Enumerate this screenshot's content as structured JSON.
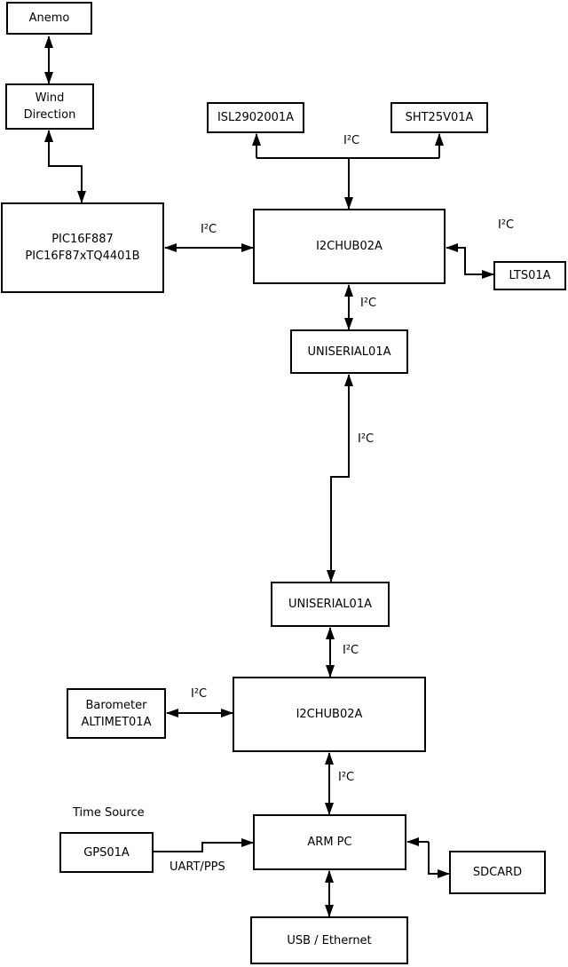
{
  "diagram": {
    "nodes": {
      "anemo": {
        "label": "Anemo"
      },
      "wind_direction": {
        "line1": "Wind",
        "line2": "Direction"
      },
      "pic": {
        "line1": "PIC16F887",
        "line2": "PIC16F87xTQ4401B"
      },
      "isl": {
        "label": "ISL2902001A"
      },
      "sht": {
        "label": "SHT25V01A"
      },
      "i2chub1": {
        "label": "I2CHUB02A"
      },
      "lts": {
        "label": "LTS01A"
      },
      "uniserial1": {
        "label": "UNISERIAL01A"
      },
      "uniserial2": {
        "label": "UNISERIAL01A"
      },
      "i2chub2": {
        "label": "I2CHUB02A"
      },
      "barometer": {
        "line1": "Barometer",
        "line2": "ALTIMET01A"
      },
      "gps": {
        "label": "GPS01A"
      },
      "armpc": {
        "label": "ARM PC"
      },
      "sdcard": {
        "label": "SDCARD"
      },
      "usb_ethernet": {
        "label": "USB / Ethernet"
      }
    },
    "edges": [
      {
        "from": "anemo",
        "to": "wind_direction",
        "bidirectional": true,
        "label": ""
      },
      {
        "from": "wind_direction",
        "to": "pic",
        "bidirectional": true,
        "label": ""
      },
      {
        "from": "pic",
        "to": "i2chub1",
        "bidirectional": true,
        "label": "I²C"
      },
      {
        "from": "i2chub1",
        "to": [
          "isl",
          "sht",
          "i2chub1"
        ],
        "bidirectional": false,
        "label": "I²C"
      },
      {
        "from": "i2chub1",
        "to": "lts",
        "bidirectional": true,
        "label": "I²C"
      },
      {
        "from": "i2chub1",
        "to": "uniserial1",
        "bidirectional": true,
        "label": "I²C"
      },
      {
        "from": "uniserial1",
        "to": "uniserial2",
        "bidirectional": true,
        "label": "I²C"
      },
      {
        "from": "uniserial2",
        "to": "i2chub2",
        "bidirectional": true,
        "label": "I²C"
      },
      {
        "from": "barometer",
        "to": "i2chub2",
        "bidirectional": true,
        "label": "I²C"
      },
      {
        "from": "i2chub2",
        "to": "armpc",
        "bidirectional": true,
        "label": "I²C"
      },
      {
        "from": "gps",
        "to": "armpc",
        "bidirectional": false,
        "label": "UART/PPS"
      },
      {
        "from": "armpc",
        "to": "sdcard",
        "bidirectional": true,
        "label": ""
      },
      {
        "from": "armpc",
        "to": "usb_ethernet",
        "bidirectional": true,
        "label": ""
      }
    ],
    "annotations": {
      "time_source": "Time Source"
    },
    "colors": {
      "line": "#000000",
      "background": "#ffffff",
      "text": "#000000"
    }
  }
}
